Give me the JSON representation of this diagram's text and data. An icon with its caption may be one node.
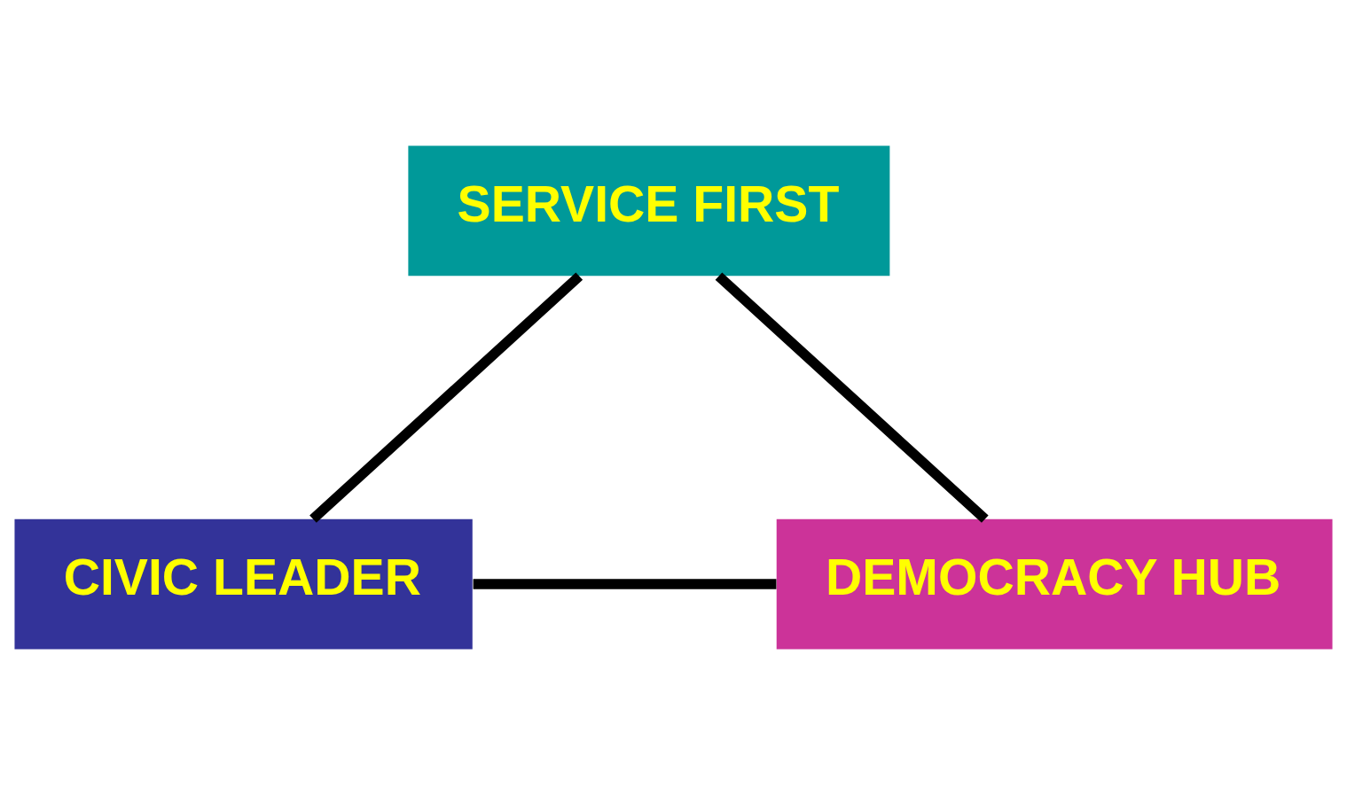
{
  "diagram": {
    "nodes": [
      {
        "text": [
          "SERVICE FIRST"
        ]
      },
      {
        "text": [
          "CIVIC LEADER"
        ]
      },
      {
        "text": [
          "DEMOCRACY HUB"
        ]
      }
    ],
    "edges": [
      {
        "from": 0,
        "to": 1,
        "arrow": "none"
      },
      {
        "from": 0,
        "to": 2,
        "arrow": "none"
      },
      {
        "from": 1,
        "to": 2,
        "arrow": "none"
      }
    ]
  }
}
